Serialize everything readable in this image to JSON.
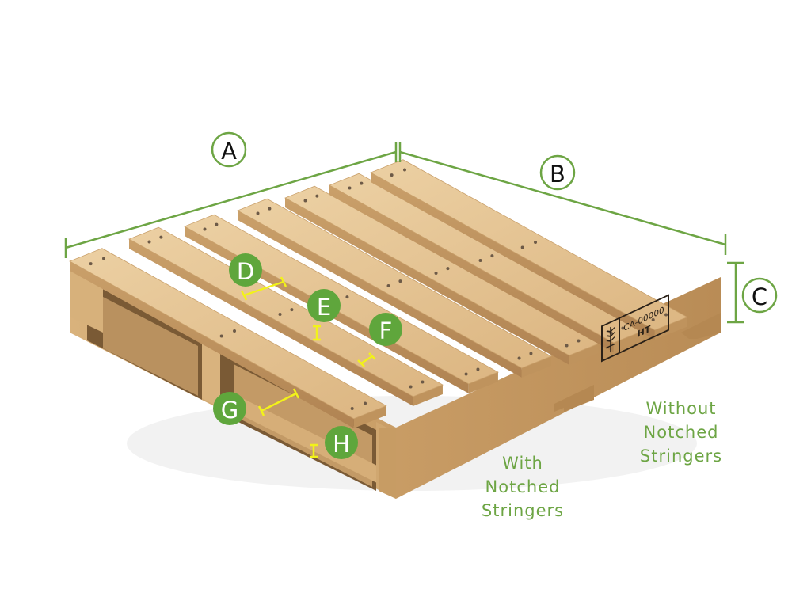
{
  "colors": {
    "green": "#6da544",
    "green_fill": "#5fa63c",
    "yellow": "#f2f21a",
    "wood_light": "#e6c38f",
    "wood_mid": "#d3ab74",
    "wood_dark": "#a97e49"
  },
  "labels": {
    "A": "A",
    "B": "B",
    "C": "C",
    "D": "D",
    "E": "E",
    "F": "F",
    "G": "G",
    "H": "H"
  },
  "stamp": {
    "code": "CA-00000",
    "treatment": "HT"
  },
  "notes": {
    "without": [
      "Without",
      "Notched",
      "Stringers"
    ],
    "with": [
      "With",
      "Notched",
      "Stringers"
    ]
  }
}
